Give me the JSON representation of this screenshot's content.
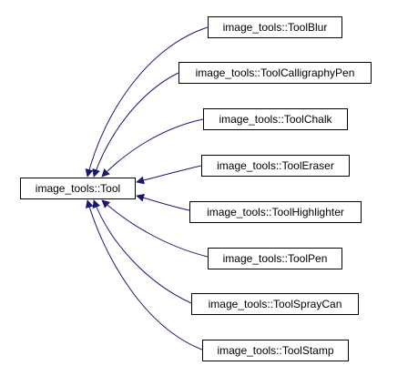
{
  "base": {
    "label": "image_tools::Tool"
  },
  "derived": [
    {
      "label": "image_tools::ToolBlur"
    },
    {
      "label": "image_tools::ToolCalligraphyPen"
    },
    {
      "label": "image_tools::ToolChalk"
    },
    {
      "label": "image_tools::ToolEraser"
    },
    {
      "label": "image_tools::ToolHighlighter"
    },
    {
      "label": "image_tools::ToolPen"
    },
    {
      "label": "image_tools::ToolSprayCan"
    },
    {
      "label": "image_tools::ToolStamp"
    }
  ],
  "edge_color": "#191970"
}
